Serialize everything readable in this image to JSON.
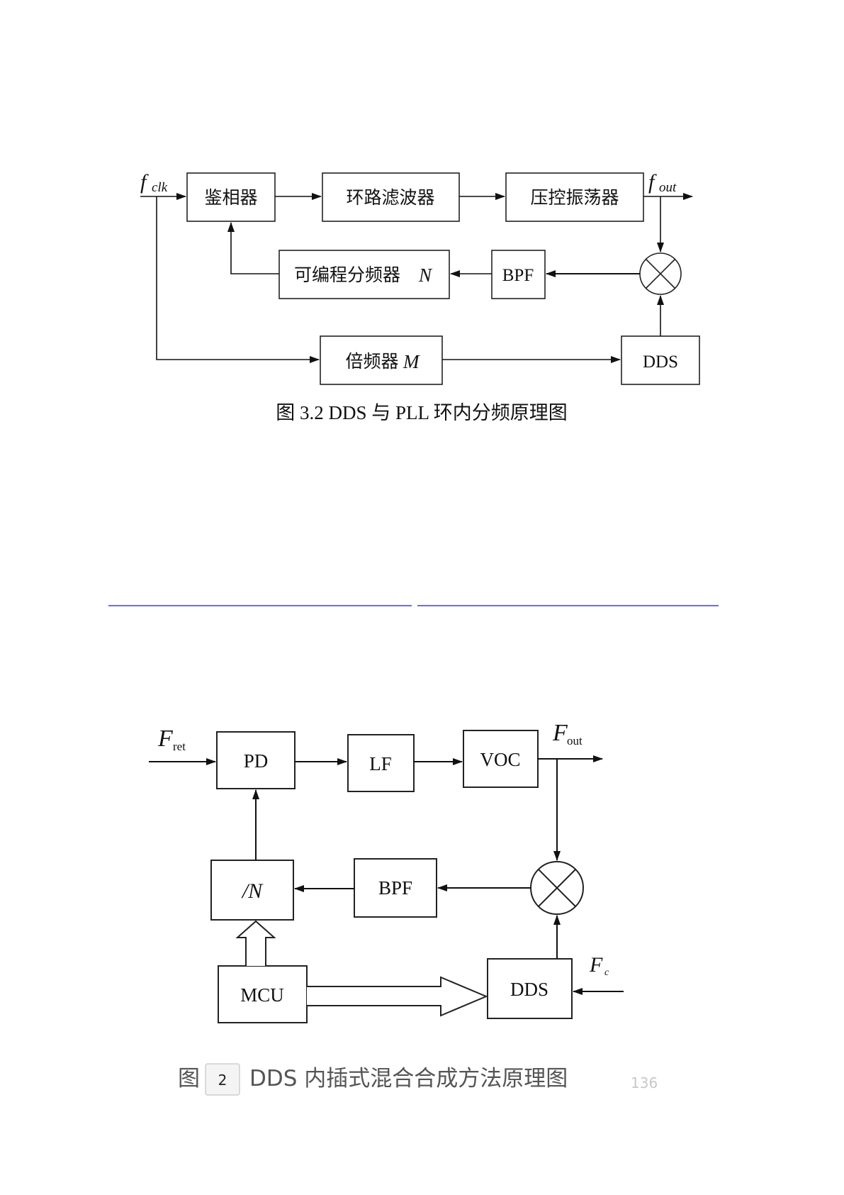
{
  "figure1": {
    "input_label": "f",
    "input_sub": "clk",
    "output_label": "f",
    "output_sub": "out",
    "blocks": {
      "phase_detector": "鉴相器",
      "loop_filter": "环路滤波器",
      "vco": "压控振荡器",
      "divider": "可编程分频器",
      "divider_var": "N",
      "bpf": "BPF",
      "multiplier": "倍频器",
      "multiplier_var": "M",
      "dds": "DDS"
    },
    "caption": "图 3.2 DDS 与 PLL 环内分频原理图"
  },
  "figure2": {
    "input_label": "F",
    "input_sub": "ret",
    "output_label": "F",
    "output_sub": "out",
    "clock_label": "F",
    "clock_sub": "c",
    "blocks": {
      "pd": "PD",
      "lf": "LF",
      "voc": "VOC",
      "divider": "/N",
      "bpf": "BPF",
      "mcu": "MCU",
      "dds": "DDS"
    },
    "caption_prefix": "图",
    "caption_number": "2",
    "caption_text": "DDS 内插式混合合成方法原理图",
    "watermark": "136"
  },
  "colors": {
    "line": "#111111",
    "link": "#3f3fcf"
  }
}
